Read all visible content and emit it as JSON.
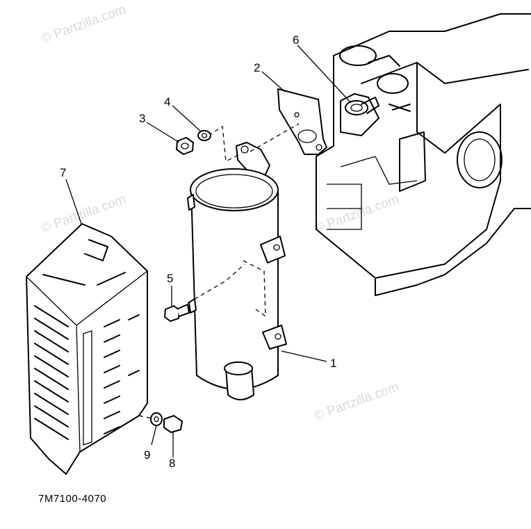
{
  "watermark": "© Partzilla.com",
  "diagram_code": "7M7100-4070",
  "callouts": {
    "c1": "1",
    "c2": "2",
    "c3": "3",
    "c4": "4",
    "c5": "5",
    "c6": "6",
    "c7": "7",
    "c8": "8",
    "c9": "9"
  }
}
